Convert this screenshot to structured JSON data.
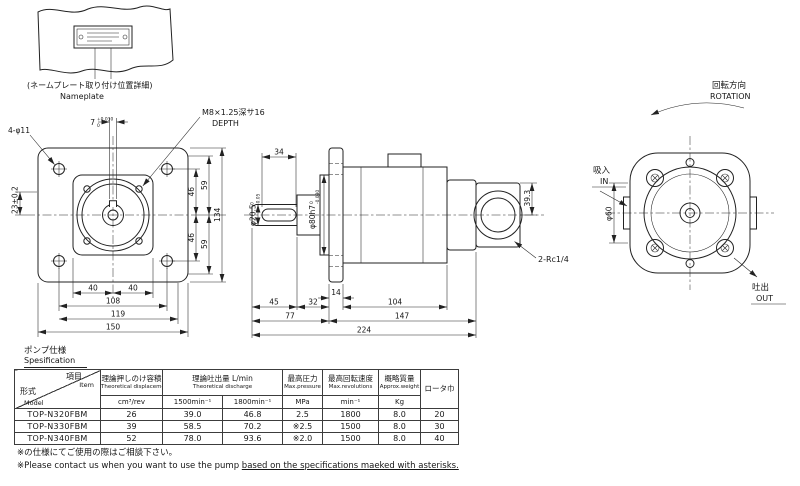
{
  "nameplate": {
    "caption_jp": "(ネームプレート取り付け位置詳細)",
    "caption_en": "Nameplate"
  },
  "front_view": {
    "holes_note": "4-φ11",
    "key_width": "7",
    "key_width_tol_upper": "+0.030",
    "key_width_tol_lower": "0",
    "tap_note": "M8×1.25深サ16",
    "tap_note_depth": "DEPTH",
    "dim_23": "23±0.2",
    "dim_40_left": "40",
    "dim_40_right": "40",
    "dim_108": "108",
    "dim_119": "119",
    "dim_150": "150",
    "dim_46_upper": "46",
    "dim_46_lower": "46",
    "dim_59_upper": "59",
    "dim_59_lower": "59",
    "dim_134": "134"
  },
  "side_view": {
    "dim_34": "34",
    "shaft_dia": "φ20.5",
    "shaft_tol_upper": "0",
    "shaft_tol_lower": "-0.05",
    "pilot_dia": "φ80h7",
    "pilot_tol_upper": "0",
    "pilot_tol_lower": "-0.030",
    "dim_39_3": "39.3",
    "port_note": "2-Rc1/4",
    "dim_45": "45",
    "dim_32": "32",
    "dim_14": "14",
    "dim_104": "104",
    "dim_77": "77",
    "dim_147": "147",
    "dim_224": "224"
  },
  "rear_view": {
    "rotation_jp": "回転方向",
    "rotation_en": "ROTATION",
    "inlet_jp": "吸入",
    "inlet_en": "IN",
    "outlet_jp": "吐出",
    "outlet_en": "OUT",
    "dim_phi60": "φ60"
  },
  "spec": {
    "title_jp": "ポンプ仕様",
    "title_en": "Spesification",
    "table": {
      "corner_item_jp": "項目",
      "corner_item_en": "Item",
      "corner_model_jp": "形式",
      "corner_model_en": "Model",
      "col_displacement_jp": "理論押しのけ容積",
      "col_displacement_en": "Theoretical displacement",
      "col_displacement_unit": "cm³/rev",
      "col_discharge_jp": "理論吐出量 L/min",
      "col_discharge_en": "Theoretical discharge",
      "col_discharge_sub1": "1500min⁻¹",
      "col_discharge_sub2": "1800min⁻¹",
      "col_pressure_jp": "最高圧力",
      "col_pressure_en": "Max.pressure",
      "col_pressure_unit": "MPa",
      "col_revolutions_jp": "最高回転速度",
      "col_revolutions_en": "Max.revolutions",
      "col_revolutions_unit": "min⁻¹",
      "col_weight_jp": "概略質量",
      "col_weight_en": "Approx.weight",
      "col_weight_unit": "Kg",
      "col_rotor_jp": "ロータ巾",
      "rows": [
        {
          "model": "TOP-N320FBM",
          "displacement": "26",
          "discharge_1500": "39.0",
          "discharge_1800": "46.8",
          "pressure": "2.5",
          "revolutions": "1800",
          "weight": "8.0",
          "rotor": "20"
        },
        {
          "model": "TOP-N330FBM",
          "displacement": "39",
          "discharge_1500": "58.5",
          "discharge_1800": "70.2",
          "pressure": "※2.5",
          "revolutions": "1500",
          "weight": "8.0",
          "rotor": "30"
        },
        {
          "model": "TOP-N340FBM",
          "displacement": "52",
          "discharge_1500": "78.0",
          "discharge_1800": "93.6",
          "pressure": "※2.0",
          "revolutions": "1500",
          "weight": "8.0",
          "rotor": "40"
        }
      ]
    },
    "note_jp": "※の仕様にてご使用の際はご相談下さい。",
    "note_en_prefix": "※Please contact us when you want to use the pump ",
    "note_en_underlined": "based on the specifications maeked with asterisks."
  }
}
